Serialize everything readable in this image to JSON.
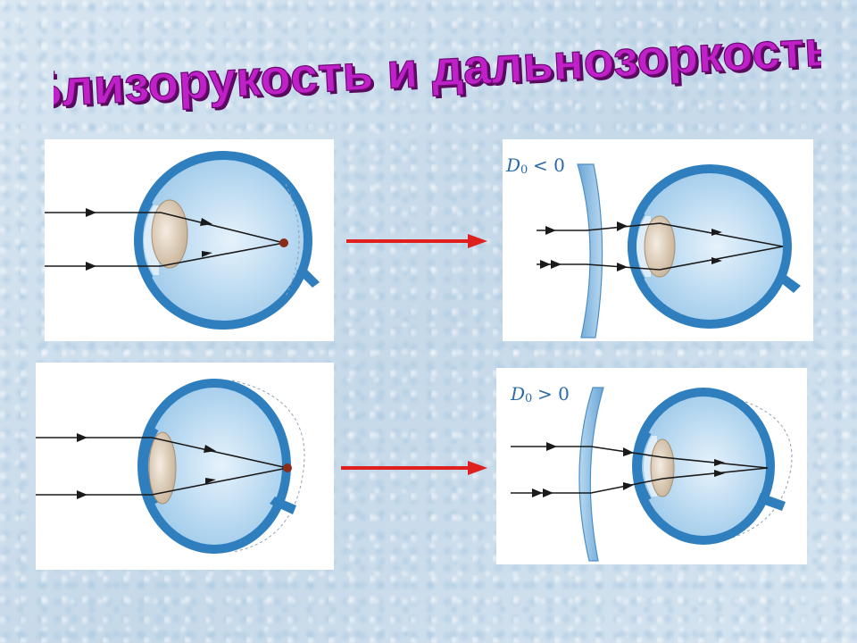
{
  "title": "Близорукость и дальнозоркость.",
  "colors": {
    "title_fill": "#c020c8",
    "title_outline": "#5a0a5e",
    "eye_outline": "#2f7fbf",
    "eye_fill": "#cfe6f5",
    "lens_fill": "#e8dccb",
    "ray": "#1a1a1a",
    "focus_dot": "#8b2c1a",
    "corrective_lens": "#8fbde0",
    "transition_arrow": "#e01f1f",
    "label": "#2a6aa8"
  },
  "labels": {
    "myopia_correction": {
      "letter": "D",
      "sub": "0",
      "rest": "< 0"
    },
    "hyperopia_correction": {
      "letter": "D",
      "sub": "0",
      "rest": "> 0"
    }
  }
}
